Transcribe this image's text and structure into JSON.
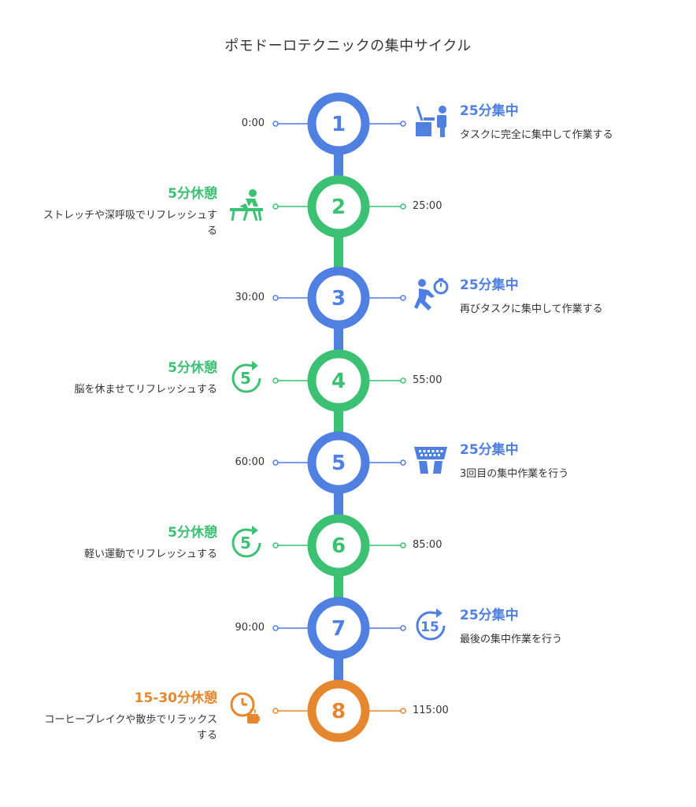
{
  "title": "ポモドーロテクニックの集中サイクル",
  "colors": {
    "work": "#4f7fe0",
    "break": "#3cc073",
    "long_break": "#e5872f",
    "connector": "#3cc073"
  },
  "steps": [
    {
      "number": "1",
      "time": "0:00",
      "type": "work",
      "title": "25分集中",
      "desc": "タスクに完全に集中して作業する",
      "icon": "person-at-desk-icon"
    },
    {
      "number": "2",
      "time": "25:00",
      "type": "break",
      "title": "5分休憩",
      "desc": "ストレッチや深呼吸でリフレッシュする",
      "icon": "person-stretching-icon"
    },
    {
      "number": "3",
      "time": "30:00",
      "type": "work",
      "title": "25分集中",
      "desc": "再びタスクに集中して作業する",
      "icon": "running-person-stopwatch-icon"
    },
    {
      "number": "4",
      "time": "55:00",
      "type": "break",
      "title": "5分休憩",
      "desc": "脳を休ませてリフレッシュする",
      "icon": "timer-5-icon"
    },
    {
      "number": "5",
      "time": "60:00",
      "type": "work",
      "title": "25分集中",
      "desc": "3回目の集中作業を行う",
      "icon": "keyboard-typing-icon"
    },
    {
      "number": "6",
      "time": "85:00",
      "type": "break",
      "title": "5分休憩",
      "desc": "軽い運動でリフレッシュする",
      "icon": "timer-5-icon"
    },
    {
      "number": "7",
      "time": "90:00",
      "type": "work",
      "title": "25分集中",
      "desc": "最後の集中作業を行う",
      "icon": "timer-15-icon"
    },
    {
      "number": "8",
      "time": "115:00",
      "type": "long_break",
      "title": "15-30分休憩",
      "desc": "コーヒーブレイクや散歩でリラックスする",
      "icon": "clock-coffee-icon"
    }
  ]
}
